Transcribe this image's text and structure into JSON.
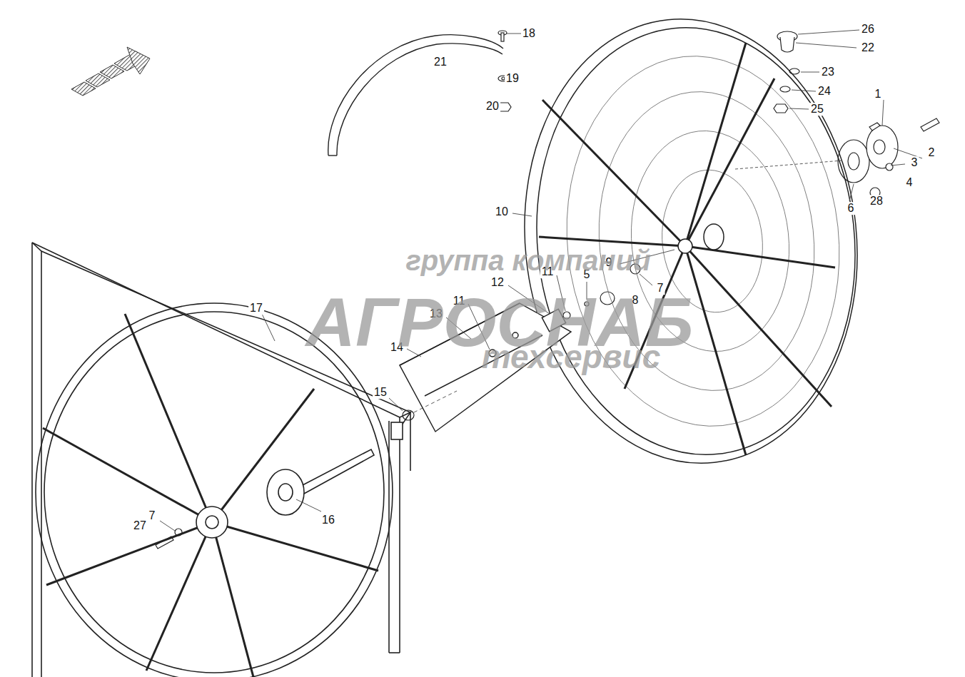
{
  "diagram": {
    "labels": [
      "18",
      "21",
      "19",
      "20",
      "26",
      "22",
      "23",
      "24",
      "25",
      "1",
      "2",
      "3",
      "4",
      "28",
      "6",
      "10",
      "9",
      "7",
      "8",
      "5",
      "11",
      "12",
      "11",
      "13",
      "14",
      "15",
      "17",
      "16",
      "7",
      "27",
      "группа компаний",
      "АГРОСНАБ",
      "техсервис"
    ]
  }
}
